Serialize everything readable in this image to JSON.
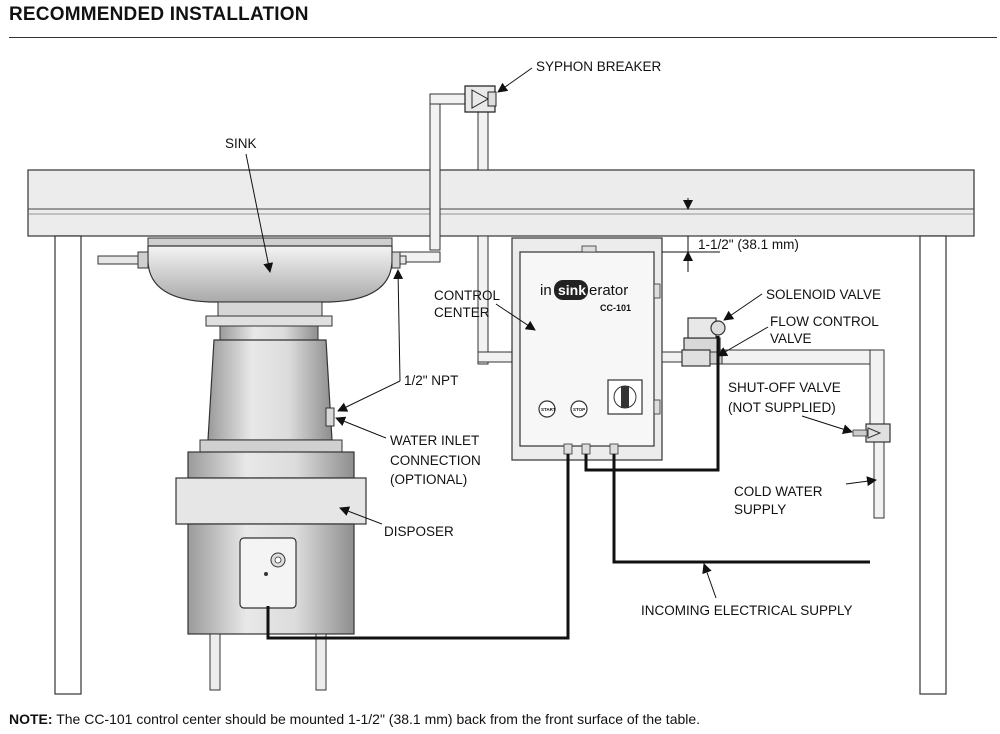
{
  "heading": "RECOMMENDED INSTALLATION",
  "labels": {
    "syphon_breaker": "SYPHON BREAKER",
    "sink": "SINK",
    "dimension": "1-1/2\" (38.1 mm)",
    "solenoid_valve": "SOLENOID VALVE",
    "flow_control_line1": "FLOW CONTROL",
    "flow_control_line2": "VALVE",
    "control_center_line1": "CONTROL",
    "control_center_line2": "CENTER",
    "npt": "1/2\" NPT",
    "shutoff_line1": "SHUT-OFF VALVE",
    "shutoff_line2": "(NOT SUPPLIED)",
    "water_inlet_line1": "WATER INLET",
    "water_inlet_line2": "CONNECTION",
    "water_inlet_line3": "(OPTIONAL)",
    "cold_water_line1": "COLD WATER",
    "cold_water_line2": "SUPPLY",
    "disposer": "DISPOSER",
    "incoming_electrical": "INCOMING ELECTRICAL SUPPLY"
  },
  "control_box": {
    "brand_in": "in",
    "brand_sink": "sink",
    "brand_erator": "erator",
    "model": "CC-101",
    "start_label": "START",
    "stop_label": "STOP"
  },
  "note": {
    "prefix": "NOTE:",
    "text": " The CC-101 control center should be mounted 1-1/2\" (38.1 mm) back from the front surface of the table."
  }
}
